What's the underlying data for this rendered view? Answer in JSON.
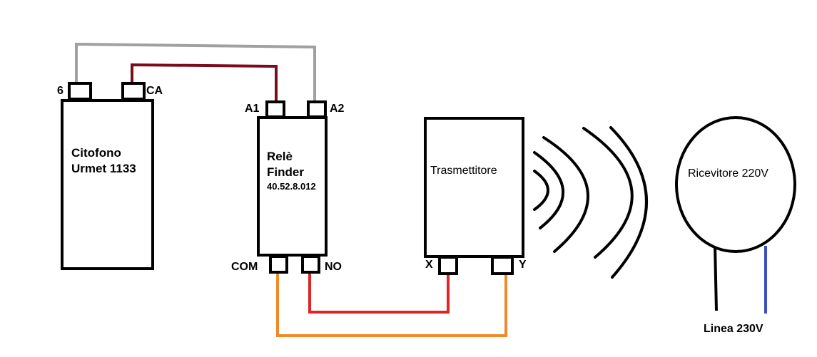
{
  "intercom": {
    "line1": "Citofono",
    "line2": "Urmet 1133",
    "terminal_left": "6",
    "terminal_right": "CA"
  },
  "relay": {
    "line1": "Relè",
    "line2": "Finder",
    "model": "40.52.8.012",
    "coil_a1": "A1",
    "coil_a2": "A2",
    "contact_com": "COM",
    "contact_no": "NO"
  },
  "transmitter": {
    "label": "Trasmettitore",
    "terminal_x": "X",
    "terminal_y": "Y"
  },
  "receiver": {
    "label": "Ricevitore 220V",
    "mains_label": "Linea 230V"
  },
  "colors": {
    "wire_gray": "#a0a0a0",
    "wire_darkred": "#7b0c1c",
    "wire_red": "#e02424",
    "wire_orange": "#f08a2c",
    "wire_black": "#000000",
    "wire_blue": "#3b4fc4"
  }
}
